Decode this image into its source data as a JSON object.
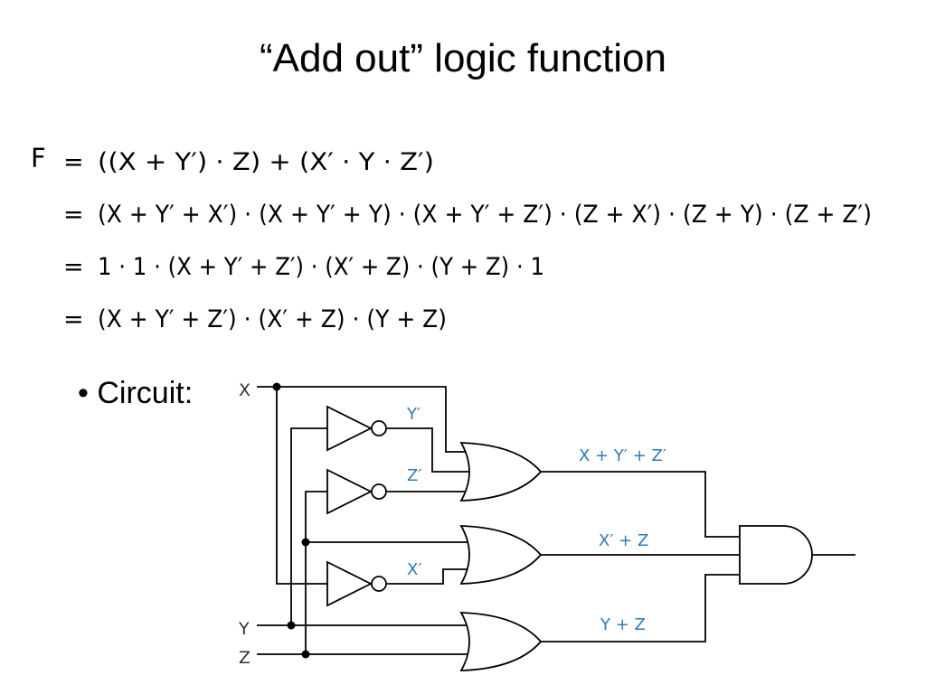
{
  "title": "“Add out” logic function",
  "equations": {
    "lhs": "F",
    "lines": [
      {
        "eq": "=",
        "expr": "((X + Y′) · Z) + (X′ · Y · Z′)"
      },
      {
        "eq": "=",
        "expr": "(X + Y′ + X′) · (X + Y′ + Y) · (X + Y′ + Z′) · (Z + X′) · (Z + Y) · (Z + Z′)"
      },
      {
        "eq": "=",
        "expr": "1 · 1 · (X + Y′ + Z′) · (X′ + Z) · (Y + Z) · 1"
      },
      {
        "eq": "=",
        "expr": "(X + Y′ + Z′) · (X′ + Z) · (Y + Z)"
      }
    ]
  },
  "bullet": "• Circuit:",
  "circuit": {
    "inputs": [
      "X",
      "Y",
      "Z"
    ],
    "inverter_outputs": [
      "Y′",
      "Z′",
      "X′"
    ],
    "or_outputs": [
      "X + Y′ + Z′",
      "X′ + Z",
      "Y + Z"
    ],
    "colors": {
      "wire": "#000000",
      "signal_label": "#2f7ab8"
    },
    "gates": [
      {
        "kind": "not",
        "input": "Y",
        "output": "Y′"
      },
      {
        "kind": "not",
        "input": "Z",
        "output": "Z′"
      },
      {
        "kind": "not",
        "input": "X",
        "output": "X′"
      },
      {
        "kind": "or",
        "inputs": [
          "X",
          "Y′",
          "Z′"
        ],
        "output": "X + Y′ + Z′"
      },
      {
        "kind": "or",
        "inputs": [
          "X′",
          "Z"
        ],
        "output": "X′ + Z"
      },
      {
        "kind": "or",
        "inputs": [
          "Y",
          "Z"
        ],
        "output": "Y + Z"
      },
      {
        "kind": "and",
        "inputs": [
          "X + Y′ + Z′",
          "X′ + Z",
          "Y + Z"
        ],
        "output": "F"
      }
    ]
  }
}
